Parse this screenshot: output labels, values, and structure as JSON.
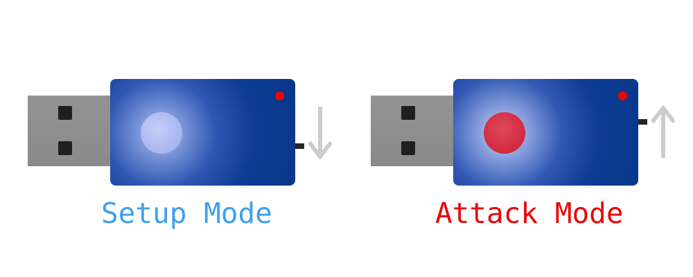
{
  "devices": [
    {
      "id": "setup",
      "label": "Setup Mode",
      "label_color": "#3fa0ee",
      "button_color": "#abb9f0",
      "status_led_color": "#f40000",
      "body_color": "#0b3a93",
      "plug_color": "#8c8c8c",
      "switch_direction": "down",
      "arrow_icon": "arrow-down-icon",
      "arrow_color": "#cccccc"
    },
    {
      "id": "attack",
      "label": "Attack Mode",
      "label_color": "#e8070a",
      "button_color": "#d12a3f",
      "status_led_color": "#f40000",
      "body_color": "#0b3a93",
      "plug_color": "#8c8c8c",
      "switch_direction": "up",
      "arrow_icon": "arrow-up-icon",
      "arrow_color": "#cccccc"
    }
  ]
}
